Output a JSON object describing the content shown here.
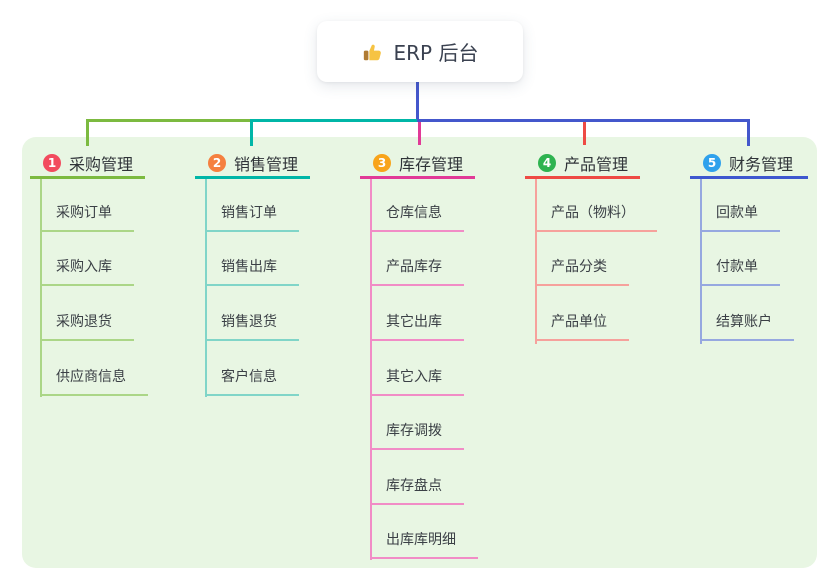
{
  "root": {
    "label": "ERP 后台",
    "icon": "thumbs-up-icon"
  },
  "colors": {
    "panel_bg": "#e8f6e3",
    "connector_root_blue": "#4457cc",
    "connector_green": "#7cba40",
    "connector_teal": "#00b6a7",
    "connector_magenta": "#e13a97",
    "connector_red": "#ee4a44"
  },
  "branches": [
    {
      "badge": "1",
      "title": "采购管理",
      "line_color": "#7cba40",
      "badge_color": "#f24b5e",
      "child_line_color": "#abd687",
      "children": [
        "采购订单",
        "采购入库",
        "采购退货",
        "供应商信息"
      ]
    },
    {
      "badge": "2",
      "title": "销售管理",
      "line_color": "#00b6a7",
      "badge_color": "#f5803f",
      "child_line_color": "#80d5c8",
      "children": [
        "销售订单",
        "销售出库",
        "销售退货",
        "客户信息"
      ]
    },
    {
      "badge": "3",
      "title": "库存管理",
      "line_color": "#e13a97",
      "badge_color": "#f8a41b",
      "child_line_color": "#f18cc6",
      "children": [
        "仓库信息",
        "产品库存",
        "其它出库",
        "其它入库",
        "库存调拨",
        "库存盘点",
        "出库库明细"
      ]
    },
    {
      "badge": "4",
      "title": "产品管理",
      "line_color": "#ee4a44",
      "badge_color": "#2eb350",
      "child_line_color": "#f6a19c",
      "children": [
        "产品（物料）",
        "产品分类",
        "产品单位"
      ]
    },
    {
      "badge": "5",
      "title": "财务管理",
      "line_color": "#3e57cf",
      "badge_color": "#2fa1ec",
      "child_line_color": "#96a8e0",
      "children": [
        "回款单",
        "付款单",
        "结算账户"
      ]
    }
  ]
}
